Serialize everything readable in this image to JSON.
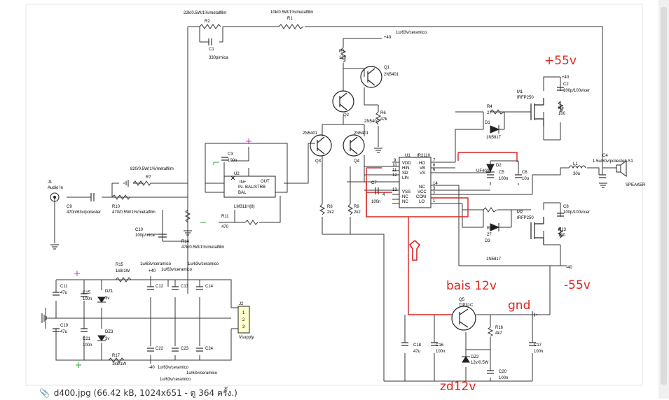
{
  "components": {
    "R1": {
      "ref": "R1",
      "value": "10k/0.5W/1%/metalfilm"
    },
    "R2": {
      "ref": "R2",
      "value": "22k/0.5W/1%/metalfilm"
    },
    "C1": {
      "ref": "C1",
      "value": "330p/mica"
    },
    "R3": {
      "ref": "R3",
      "value": "120"
    },
    "Q1": {
      "ref": "Q1",
      "value": "2N5401"
    },
    "Q2": {
      "ref": "Q2",
      "value": "2N5401"
    },
    "R6": {
      "ref": "R6",
      "value": "47k"
    },
    "Q3": {
      "ref": "Q3",
      "value": "2N5401"
    },
    "Q4": {
      "ref": "Q4",
      "value": "2N5401"
    },
    "R8": {
      "ref": "R8",
      "value": "2k2"
    },
    "R9": {
      "ref": "R9",
      "value": "2k2"
    },
    "J1": {
      "ref": "J1",
      "value": "Audio In"
    },
    "R7": {
      "ref": "R7",
      "value": "820/0.5W/1%/metalfilm"
    },
    "C9": {
      "ref": "C9",
      "value": "470n/63v/poliester"
    },
    "R10": {
      "ref": "R10",
      "value": "470/0.5W/1%/metalfilm"
    },
    "C10": {
      "ref": "C10",
      "value": "100p/mica"
    },
    "R14": {
      "ref": "R14",
      "value": "47k/0.5W/1%/metalfilm"
    },
    "C3": {
      "ref": "C3",
      "value": "100n"
    },
    "U2": {
      "ref": "U2",
      "value": "LM311H(8)"
    },
    "R11": {
      "ref": "R11",
      "value": "470"
    },
    "U1": {
      "ref": "U1",
      "value": "IR2110"
    },
    "C7": {
      "ref": "C7",
      "value": "100n"
    },
    "R4": {
      "ref": "R4",
      "value": "27"
    },
    "D1": {
      "ref": "D1",
      "value": "1N5817"
    },
    "M1": {
      "ref": "M1",
      "value": "IRFP250"
    },
    "C2": {
      "ref": "C2",
      "value": "100p/100v/cer"
    },
    "R5": {
      "ref": "R5",
      "value": "100"
    },
    "D2": {
      "ref": "D2",
      "value": "UF4004"
    },
    "C5": {
      "ref": "C5",
      "value": "100n"
    },
    "C6": {
      "ref": "C6",
      "value": "10u"
    },
    "L1": {
      "ref": "L1",
      "value": "30u"
    },
    "C4": {
      "ref": "C4",
      "value": "1.5u/50v/poliester"
    },
    "LS1": {
      "ref": "LS1",
      "value": "SPEAKER"
    },
    "C8": {
      "ref": "C8",
      "value": "100p/100v/cer"
    },
    "M2": {
      "ref": "M2",
      "value": "IRFP250"
    },
    "R13": {
      "ref": "R13",
      "value": "100"
    },
    "R12": {
      "ref": "R12",
      "value": "27"
    },
    "D3": {
      "ref": "D3",
      "value": "1N5817"
    },
    "R15": {
      "ref": "R15",
      "value": "1k8/1W"
    },
    "R17": {
      "ref": "R17",
      "value": "1k8/1W"
    },
    "C11": {
      "ref": "C11",
      "value": "47u"
    },
    "C15": {
      "ref": "C15",
      "value": "100n"
    },
    "DZ1": {
      "ref": "DZ1",
      "value": "3v"
    },
    "C19": {
      "ref": "C19",
      "value": "47u"
    },
    "C21": {
      "ref": "C21",
      "value": "100n"
    },
    "DZ3": {
      "ref": "DZ3",
      "value": "3v"
    },
    "C12": {
      "ref": "C12",
      "value": ""
    },
    "C13": {
      "ref": "C13",
      "value": ""
    },
    "C14": {
      "ref": "C14",
      "value": ""
    },
    "C22": {
      "ref": "C22",
      "value": ""
    },
    "C23": {
      "ref": "C23",
      "value": ""
    },
    "C24": {
      "ref": "C24",
      "value": ""
    },
    "J2": {
      "ref": "J2",
      "value": "Vsupply"
    },
    "Q5": {
      "ref": "Q5",
      "value": "TIP31C"
    },
    "R16": {
      "ref": "R16",
      "value": "4k7"
    },
    "C18": {
      "ref": "C18",
      "value": "47u"
    },
    "C16": {
      "ref": "C16",
      "value": "100n"
    },
    "DZ2": {
      "ref": "DZ2",
      "value": "12v/0.5W"
    },
    "C17": {
      "ref": "C17",
      "value": "100n"
    },
    "C20": {
      "ref": "C20",
      "value": "100n"
    }
  },
  "cap_notes": {
    "c12_top": "1u/63v/ceramico",
    "c13_top": "1u/63v/ceramico",
    "c14_top": "1u/63v/ceramico",
    "c22_bot": "1u/63v/ceramico",
    "c23_bot": "1u/63v/ceramico",
    "c24_bot": "1u/63v/ceramico",
    "top_supply": "1u/63v/ceramico"
  },
  "u1_pins_left": [
    {
      "name": "VDD",
      "num": "9"
    },
    {
      "name": "HIN",
      "num": "10"
    },
    {
      "name": "SD",
      "num": "11"
    },
    {
      "name": "LIN",
      "num": "12"
    },
    {
      "name": "VSS",
      "num": "13"
    },
    {
      "name": "NC",
      "num": ""
    },
    {
      "name": "NC",
      "num": ""
    }
  ],
  "u1_pins_right": [
    {
      "name": "HO",
      "num": "7"
    },
    {
      "name": "VB",
      "num": "6"
    },
    {
      "name": "VS",
      "num": "5"
    },
    {
      "name": "NC",
      "num": ""
    },
    {
      "name": "VCC",
      "num": "3"
    },
    {
      "name": "COM",
      "num": "2"
    },
    {
      "name": "LO",
      "num": "1"
    }
  ],
  "u1_extra_pins": {
    "p14": "14",
    "p4": "4"
  },
  "u2_pins": {
    "in_plus": "IN+",
    "in_minus": "IN-",
    "bal": "BAL",
    "bal_strb": "BAL/STRB",
    "out": "OUT"
  },
  "rails": {
    "pos_40": "+40",
    "neg_40": "-40",
    "sup_pos": "+40",
    "sup_neg": "-40"
  },
  "j2_pins": [
    "1",
    "2",
    "3"
  ],
  "annotations": {
    "plus55": "+55v",
    "minus55": "-55v",
    "bias": "bais 12v",
    "gnd": "gnd",
    "zd": "zd12v"
  },
  "caption": {
    "filename": "d400.jpg",
    "info": "(66.42 kB, 1024x651 - ดู 364 ครั้ง.)"
  },
  "colors": {
    "annotation": "#e2231a",
    "wire": "#333333",
    "label": "#000000",
    "supply_marker": "#cc33cc",
    "gnd_marker": "#2aa52a"
  }
}
